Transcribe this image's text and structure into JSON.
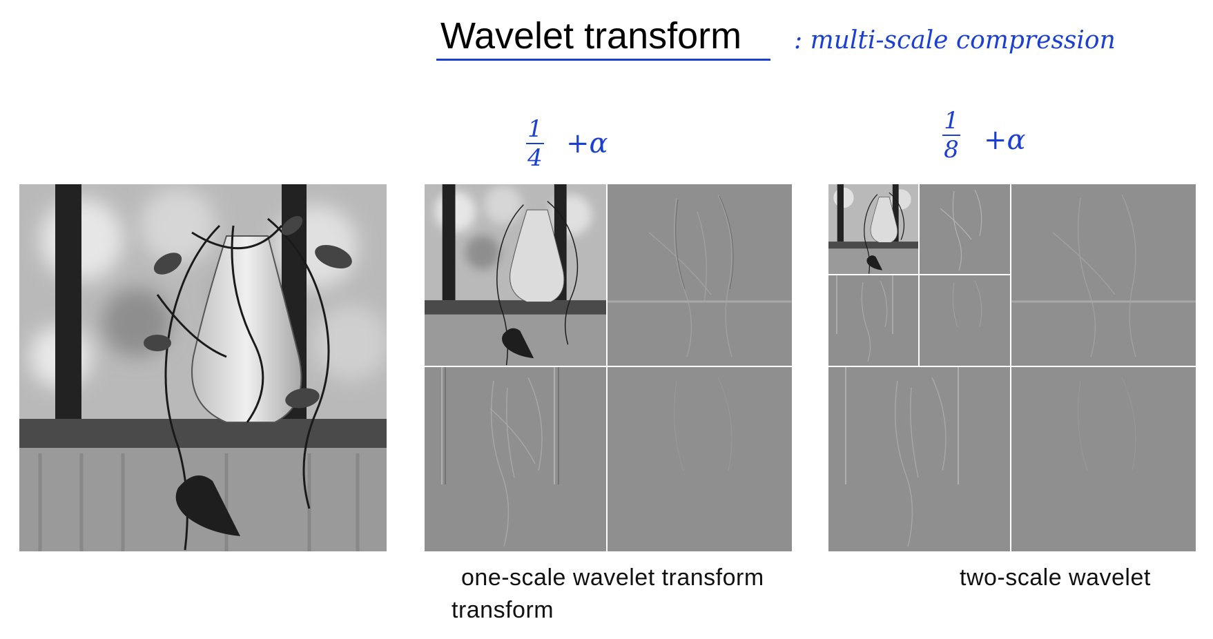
{
  "slide": {
    "title": "Wavelet transform",
    "handwritten_subtitle": ": multi-scale compression"
  },
  "annotations": {
    "one_scale": {
      "numerator": "1",
      "denominator": "4",
      "suffix": "+α"
    },
    "two_scale": {
      "numerator": "1",
      "denominator": "8",
      "suffix": "+α"
    }
  },
  "captions": {
    "one_scale": "one-scale wavelet transform",
    "one_scale_wrap": "transform",
    "two_scale": "two-scale wavelet"
  },
  "colors": {
    "ink_blue": "#1b3fd1",
    "detail_gray": "#8f8f8f"
  }
}
